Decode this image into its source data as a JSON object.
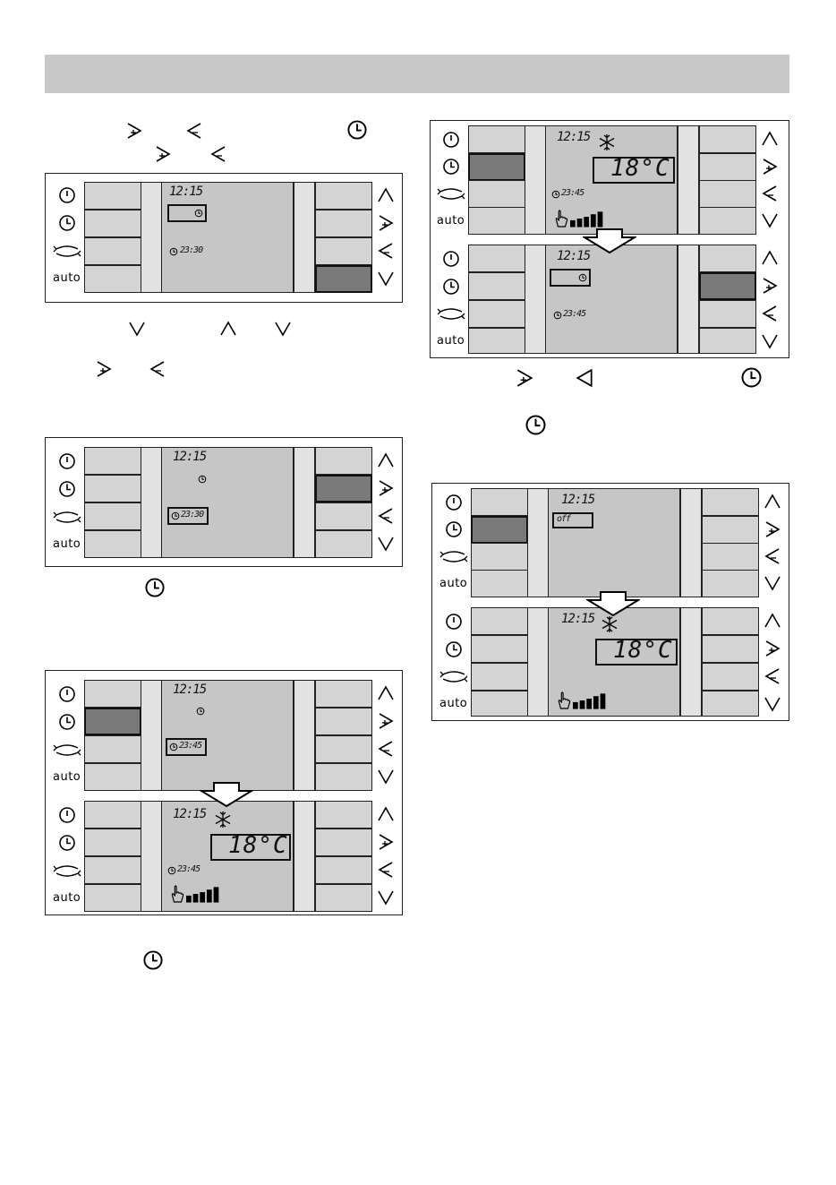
{
  "icons": {
    "power": "power-icon",
    "clock": "clock-icon",
    "swing": "swing-icon",
    "up": "up-arrow-icon",
    "right": "arrow-plus-icon",
    "left": "arrow-minus-icon",
    "down": "down-arrow-icon",
    "snow": "snowflake-icon",
    "hand": "hand-icon"
  },
  "labels": {
    "auto": "auto"
  },
  "displays": {
    "p1": {
      "time": "12:15",
      "timer": "23:30"
    },
    "p2": {
      "time": "12:15",
      "timer": "23:30"
    },
    "p3a": {
      "time": "12:15",
      "timer": "23:45"
    },
    "p3b": {
      "time": "12:15",
      "timer": "23:45",
      "temp": "18°C"
    },
    "p4a": {
      "time": "12:15",
      "timer": "23:45",
      "temp": "18°C"
    },
    "p4b": {
      "time": "12:15",
      "timer": "23:45"
    },
    "p5a": {
      "time": "12:15",
      "status": "off"
    },
    "p5b": {
      "time": "12:15",
      "temp": "18°C"
    }
  },
  "colors": {
    "header": "#c8c8c8",
    "lcd": "#c6c6c6",
    "button": "#d4d4d4",
    "active": "#7a7a7a"
  }
}
